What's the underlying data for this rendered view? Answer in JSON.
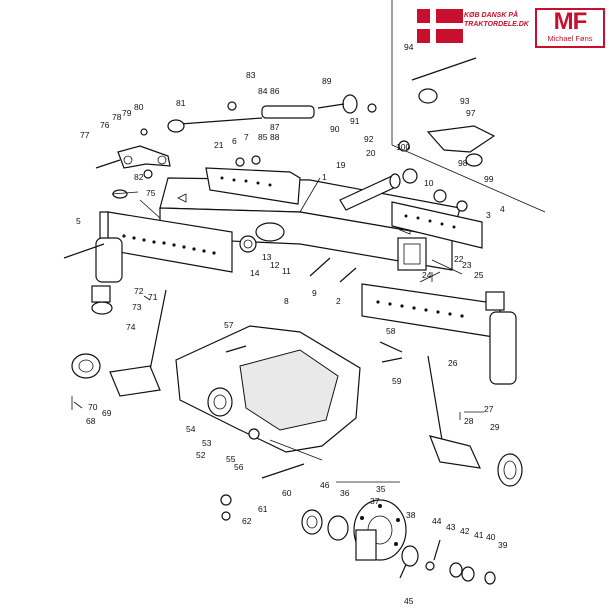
{
  "branding": {
    "shop_line1": "KØB DANSK PÅ",
    "shop_line2": "TRAKTORDELE.DK",
    "logo_letters": "MF",
    "logo_name": "Michael Føns",
    "flag_red": "#c8102e",
    "flag_white": "#ffffff"
  },
  "callouts": [
    "1",
    "2",
    "3",
    "4",
    "5",
    "6",
    "7",
    "8",
    "9",
    "10",
    "11",
    "12",
    "13",
    "14",
    "19",
    "20",
    "21",
    "22",
    "23",
    "24",
    "25",
    "26",
    "27",
    "28",
    "29",
    "35",
    "36",
    "37",
    "38",
    "39",
    "40",
    "41",
    "42",
    "43",
    "44",
    "45",
    "46",
    "52",
    "53",
    "54",
    "55",
    "56",
    "57",
    "58",
    "59",
    "60",
    "61",
    "62",
    "68",
    "69",
    "70",
    "71",
    "72",
    "73",
    "74",
    "75",
    "76",
    "77",
    "78",
    "79",
    "80",
    "81",
    "82",
    "83",
    "84",
    "85",
    "86",
    "87",
    "88",
    "89",
    "90",
    "91",
    "92",
    "93",
    "94",
    "97",
    "98",
    "99",
    "100"
  ]
}
